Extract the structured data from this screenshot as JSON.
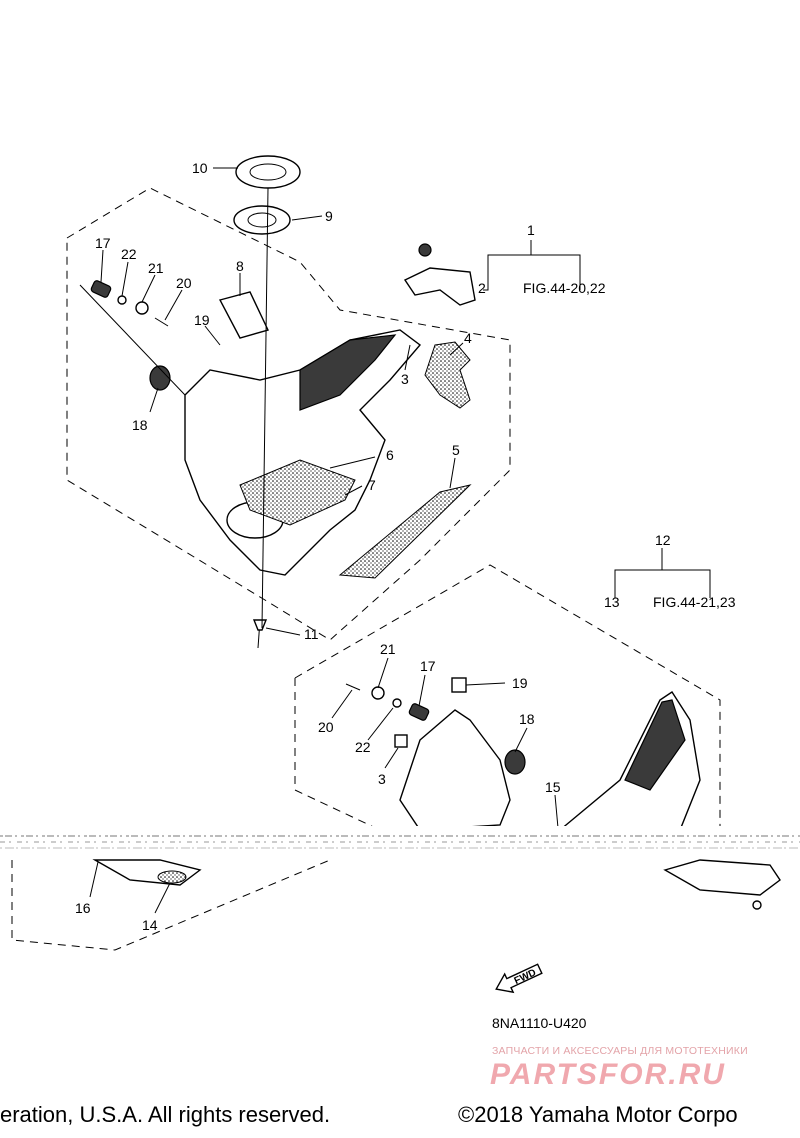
{
  "callouts": {
    "c1": "1",
    "c2": "2",
    "c3a": "3",
    "c3b": "3",
    "c4": "4",
    "c5": "5",
    "c6": "6",
    "c7": "7",
    "c8": "8",
    "c9": "9",
    "c10": "10",
    "c11": "11",
    "c12": "12",
    "c13": "13",
    "c14": "14",
    "c15": "15",
    "c16": "16",
    "c17a": "17",
    "c17b": "17",
    "c18a": "18",
    "c18b": "18",
    "c19a": "19",
    "c19b": "19",
    "c20a": "20",
    "c20b": "20",
    "c21a": "21",
    "c21b": "21",
    "c22a": "22",
    "c22b": "22"
  },
  "references": {
    "fig_upper": "FIG.44-20,22",
    "fig_lower": "FIG.44-21,23"
  },
  "fwd_label": "FWD",
  "diagram_code": "8NA1110-U420",
  "watermark": {
    "tagline": "ЗАПЧАСТИ И АКСЕССУАРЫ ДЛЯ МОТОТЕХНИКИ",
    "logo": "PARTSFOR.RU"
  },
  "copyright": {
    "left": "eration, U.S.A. All rights reserved.",
    "right": "©2018 Yamaha Motor Corpo"
  }
}
